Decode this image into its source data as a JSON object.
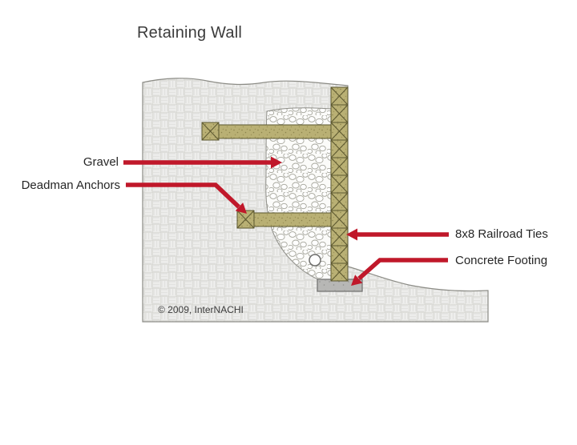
{
  "title": "Retaining Wall",
  "diagram": {
    "labels": {
      "gravel": "Gravel",
      "deadman_anchors": "Deadman Anchors",
      "railroad_ties": "8x8 Railroad Ties",
      "concrete_footing": "Concrete Footing"
    },
    "copyright": "© 2009, InterNACHI",
    "colors": {
      "arrow_red": "#c0182a",
      "railroad_tie_fill": "#b9b074",
      "railroad_tie_outline": "#5c5830",
      "concrete_gray": "#b7b7b5",
      "soil_hatch": "#e3e3e1",
      "label_text": "#262626"
    }
  }
}
